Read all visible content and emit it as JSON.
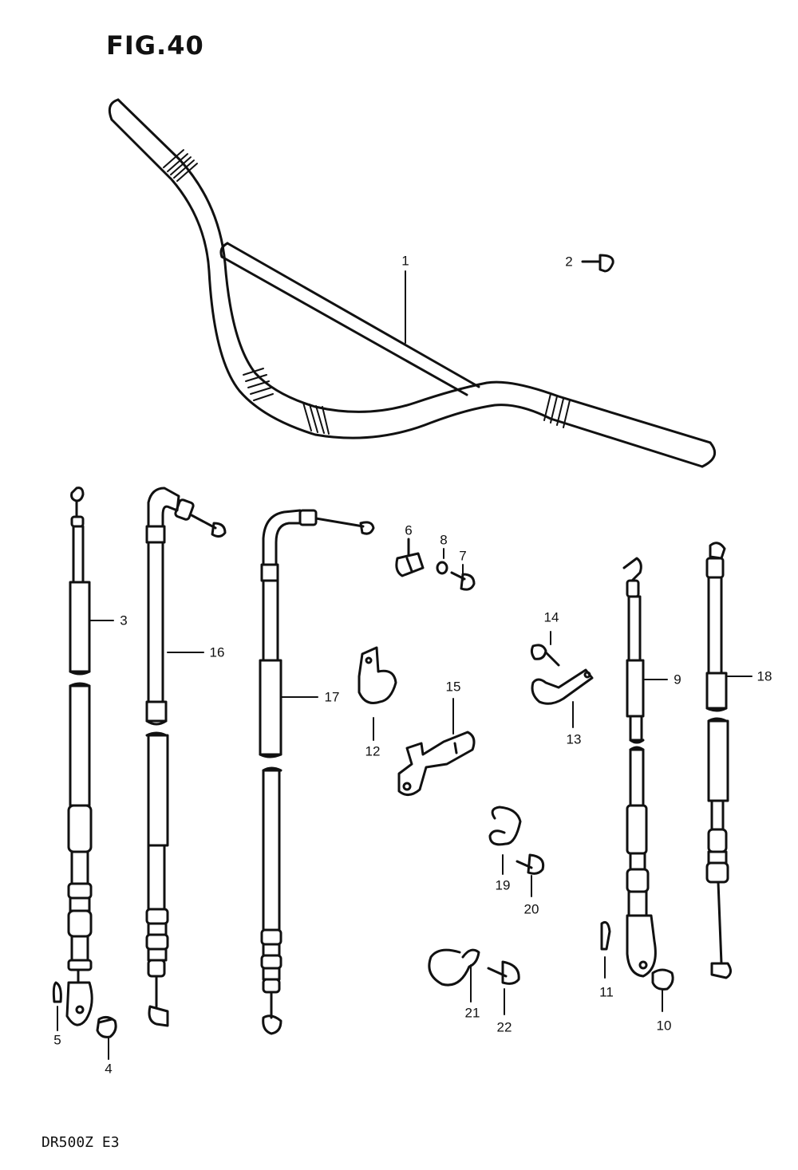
{
  "figure": {
    "title": "FIG.40",
    "model": "DR500Z E3"
  },
  "callouts": [
    {
      "id": "1",
      "part": "handlebar"
    },
    {
      "id": "2",
      "part": "plug"
    },
    {
      "id": "3",
      "part": "cable"
    },
    {
      "id": "4",
      "part": "cap"
    },
    {
      "id": "5",
      "part": "pin"
    },
    {
      "id": "6",
      "part": "clamp"
    },
    {
      "id": "7",
      "part": "bolt"
    },
    {
      "id": "8",
      "part": "washer"
    },
    {
      "id": "9",
      "part": "cable"
    },
    {
      "id": "10",
      "part": "cap"
    },
    {
      "id": "11",
      "part": "pin"
    },
    {
      "id": "12",
      "part": "clamp"
    },
    {
      "id": "13",
      "part": "clamp"
    },
    {
      "id": "14",
      "part": "bolt"
    },
    {
      "id": "15",
      "part": "bracket"
    },
    {
      "id": "16",
      "part": "cable"
    },
    {
      "id": "17",
      "part": "cable"
    },
    {
      "id": "18",
      "part": "cable"
    },
    {
      "id": "19",
      "part": "clip"
    },
    {
      "id": "20",
      "part": "bolt"
    },
    {
      "id": "21",
      "part": "clip"
    },
    {
      "id": "22",
      "part": "bolt"
    }
  ]
}
